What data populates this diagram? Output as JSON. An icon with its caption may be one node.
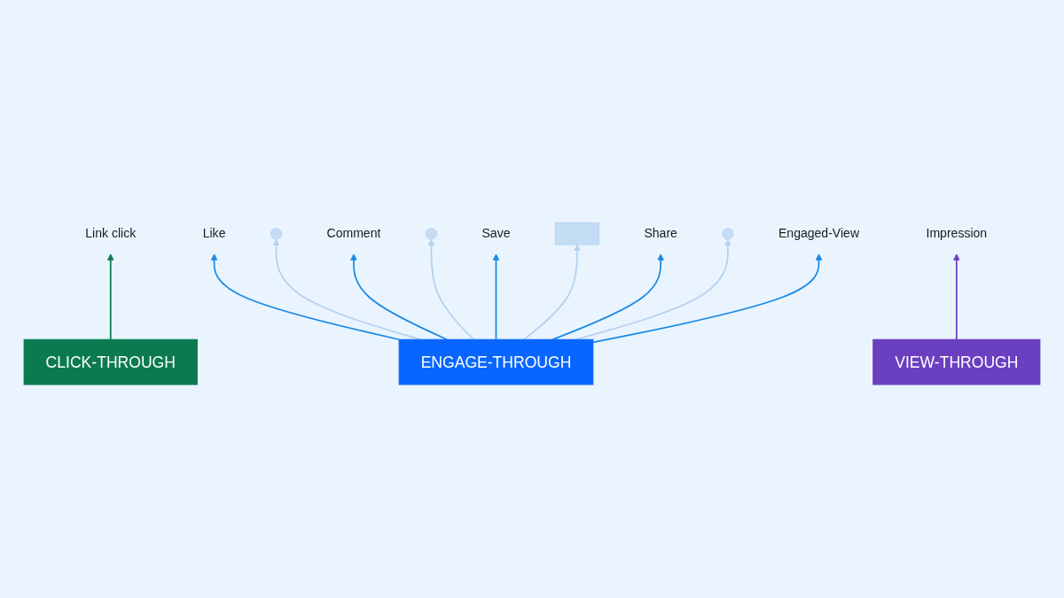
{
  "diagram": {
    "nodes": [
      {
        "text": [
          "Link click"
        ]
      },
      {
        "text": [
          "Like"
        ]
      },
      {
        "text": [],
        "shape": "circle"
      },
      {
        "text": [
          "Comment"
        ]
      },
      {
        "text": [],
        "shape": "circle"
      },
      {
        "text": [
          "Save"
        ]
      },
      {
        "text": [],
        "shape": "box"
      },
      {
        "text": [
          "Share"
        ]
      },
      {
        "text": [],
        "shape": "circle"
      },
      {
        "text": [
          "Engaged-View"
        ]
      },
      {
        "text": [
          "Impression"
        ]
      },
      {
        "text": [
          "CLICK-THROUGH"
        ]
      },
      {
        "text": [
          "ENGAGE-THROUGH"
        ]
      },
      {
        "text": [
          "VIEW-THROUGH"
        ]
      }
    ],
    "edges": [
      {
        "from": 11,
        "to": 0,
        "arrow": "to",
        "color": "#0b7a50"
      },
      {
        "from": 12,
        "to": 1,
        "arrow": "to"
      },
      {
        "from": 12,
        "to": 2,
        "arrow": "to",
        "color": "#b3d2ef"
      },
      {
        "from": 12,
        "to": 3,
        "arrow": "to"
      },
      {
        "from": 12,
        "to": 4,
        "arrow": "to",
        "color": "#b3d2ef"
      },
      {
        "from": 12,
        "to": 5,
        "arrow": "to"
      },
      {
        "from": 12,
        "to": 6,
        "arrow": "to",
        "color": "#b3d2ef"
      },
      {
        "from": 12,
        "to": 7,
        "arrow": "to"
      },
      {
        "from": 12,
        "to": 8,
        "arrow": "to",
        "color": "#b3d2ef"
      },
      {
        "from": 12,
        "to": 9,
        "arrow": "to"
      },
      {
        "from": 13,
        "to": 10,
        "arrow": "to",
        "color": "#6a3fc0"
      }
    ]
  }
}
